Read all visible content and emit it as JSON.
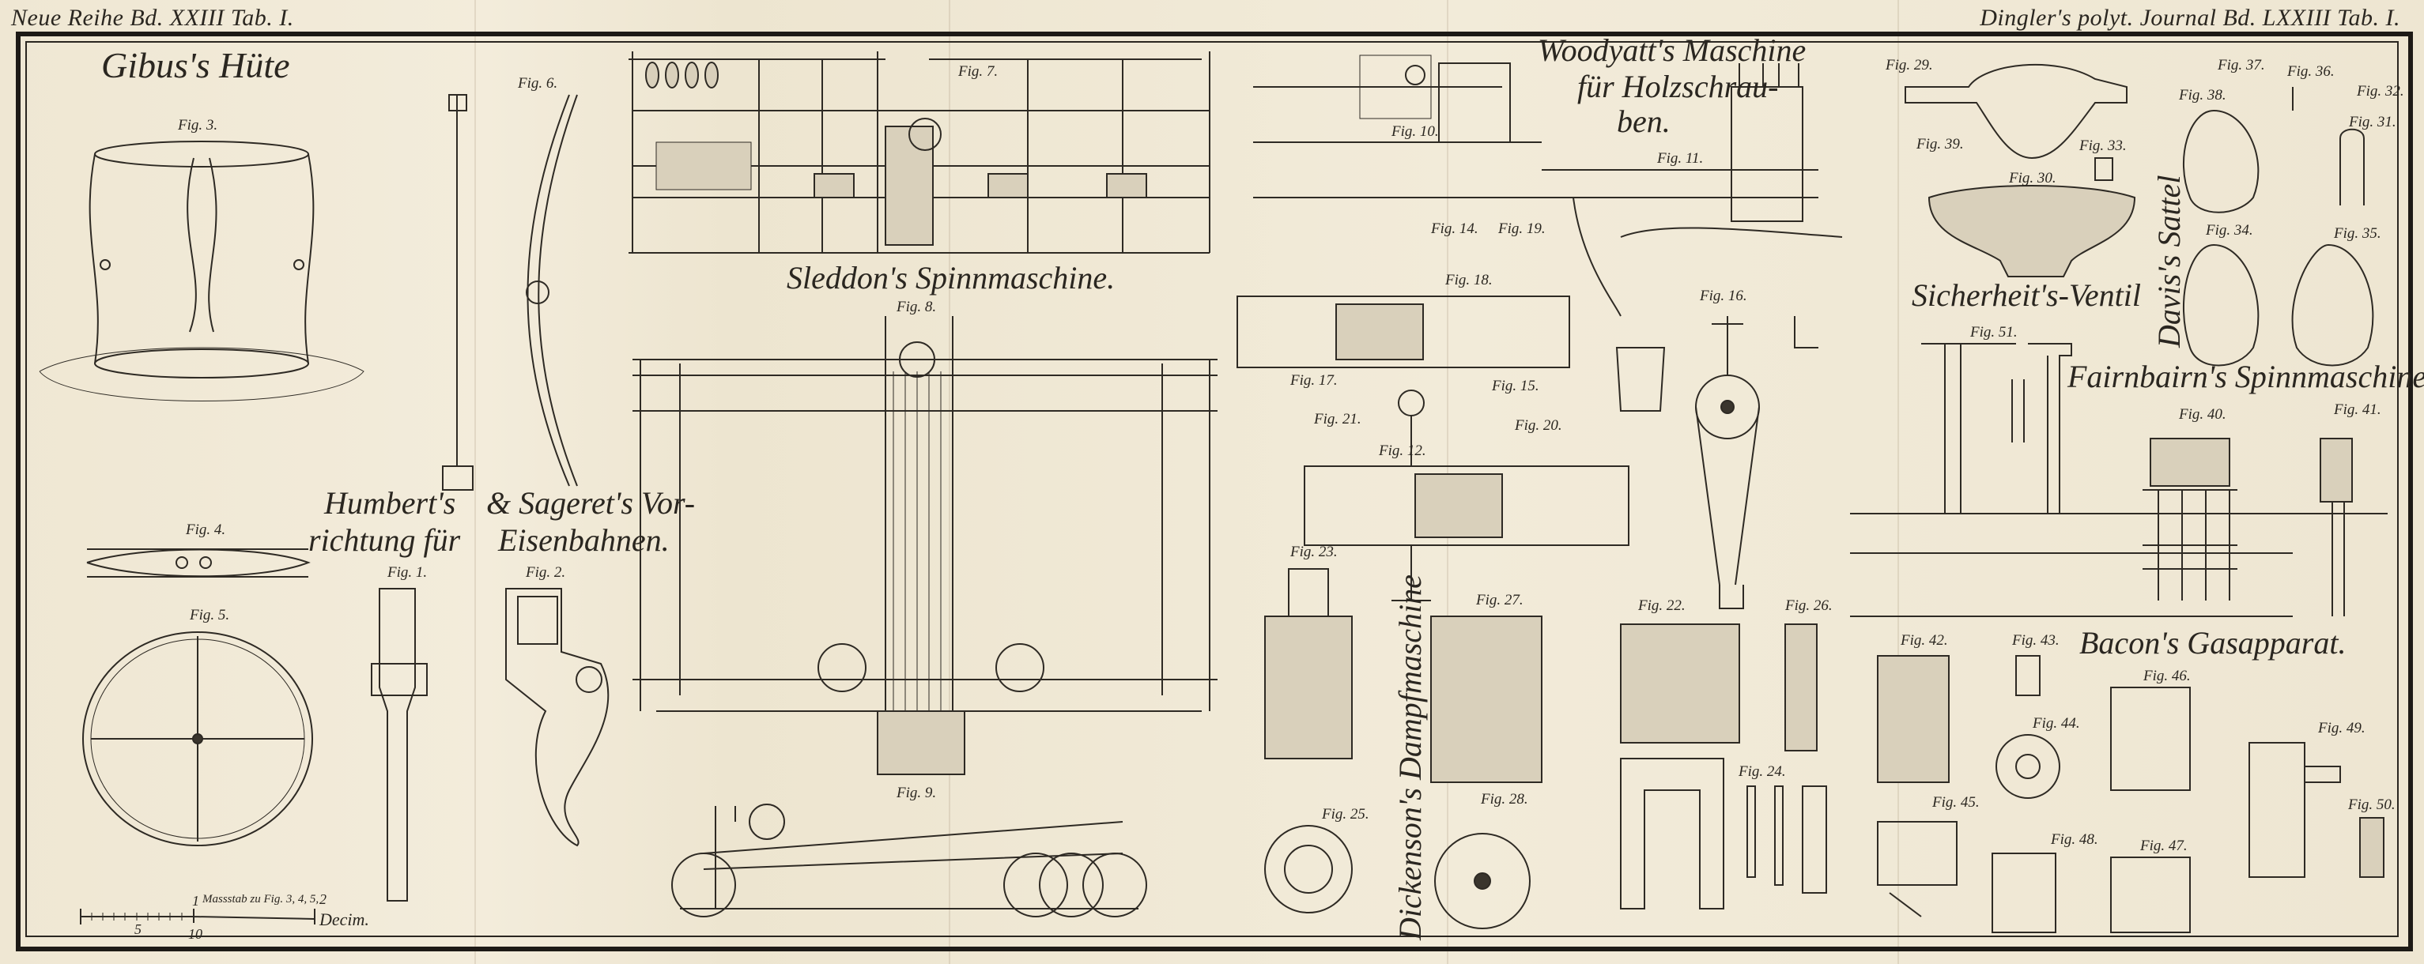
{
  "header": {
    "left": "Neue Reihe Bd. XXIII Tab. I.",
    "right": "Dingler's polyt. Journal Bd. LXXIII Tab. I."
  },
  "titles": {
    "gibus": "Gibus's Hüte",
    "humbert_line1": "Humbert's",
    "humbert_line2": "richtung für",
    "sageret_line1": "& Sageret's Vor-",
    "sageret_line2": "Eisenbahnen.",
    "sleddon": "Sleddon's Spinnmaschine.",
    "woodyatt_line1": "Woodyatt's Maschine",
    "woodyatt_line2": "für Holzschrau-",
    "woodyatt_line3": "ben.",
    "sicherheit": "Sicherheit's-Ventil",
    "davis": "Davis's Sattel",
    "fairnbairn": "Fairnbairn's Spinnmaschine",
    "bacon": "Bacon's Gasapparat.",
    "dickenson": "Dickenson's Dampfmaschine"
  },
  "scale": {
    "label": "Massstab zu Fig. 3, 4, 5,",
    "unit": "Decim.",
    "ticks": [
      "5",
      "10",
      "1",
      "2"
    ]
  },
  "figures": {
    "f1": "Fig. 1.",
    "f2": "Fig. 2.",
    "f3": "Fig. 3.",
    "f4": "Fig. 4.",
    "f5": "Fig. 5.",
    "f6": "Fig. 6.",
    "f7": "Fig. 7.",
    "f8": "Fig. 8.",
    "f9": "Fig. 9.",
    "f10": "Fig. 10.",
    "f11": "Fig. 11.",
    "f12": "Fig. 12.",
    "f14": "Fig. 14.",
    "f15": "Fig. 15.",
    "f16": "Fig. 16.",
    "f17": "Fig. 17.",
    "f18": "Fig. 18.",
    "f19": "Fig. 19.",
    "f20": "Fig. 20.",
    "f21": "Fig. 21.",
    "f22": "Fig. 22.",
    "f23": "Fig. 23.",
    "f24": "Fig. 24.",
    "f25": "Fig. 25.",
    "f26": "Fig. 26.",
    "f27": "Fig. 27.",
    "f28": "Fig. 28.",
    "f29": "Fig. 29.",
    "f30": "Fig. 30.",
    "f31": "Fig. 31.",
    "f32": "Fig. 32.",
    "f33": "Fig. 33.",
    "f34": "Fig. 34.",
    "f35": "Fig. 35.",
    "f36": "Fig. 36.",
    "f37": "Fig. 37.",
    "f38": "Fig. 38.",
    "f39": "Fig. 39.",
    "f40": "Fig. 40.",
    "f41": "Fig. 41.",
    "f42": "Fig. 42.",
    "f43": "Fig. 43.",
    "f44": "Fig. 44.",
    "f45": "Fig. 45.",
    "f46": "Fig. 46.",
    "f47": "Fig. 47.",
    "f48": "Fig. 48.",
    "f49": "Fig. 49.",
    "f50": "Fig. 50.",
    "f51": "Fig. 51."
  }
}
